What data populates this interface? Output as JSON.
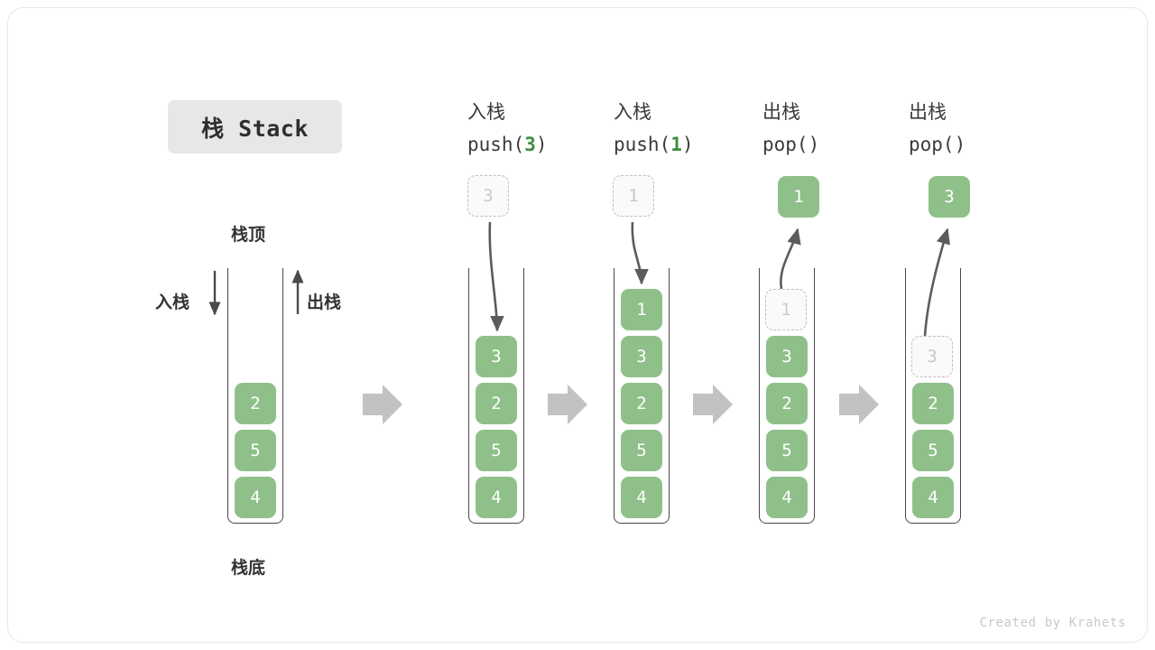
{
  "title_badge": {
    "label": "栈 Stack"
  },
  "credit": "Created by Krahets",
  "colors": {
    "cell_green": "#8fc08a",
    "accent_green_text": "#3c8e3f",
    "ghost_border": "#bfbfbf",
    "ghost_fill": "#fafafa",
    "stack_border": "#4a4a4a",
    "step_arrow": "#c2c2c2",
    "curve_arrow": "#5c5c5c",
    "badge_bg": "#e7e7e7"
  },
  "legend": {
    "top_label": "栈顶",
    "bottom_label": "栈底",
    "push_label": "入栈",
    "pop_label": "出栈"
  },
  "columns": [
    {
      "id": "initial",
      "caption_cn": "",
      "caption_code": "",
      "caption_arg": "",
      "stack": [
        "2",
        "5",
        "4"
      ],
      "ghost_in_stack": null,
      "floating": null,
      "floating_state": "none"
    },
    {
      "id": "push-3",
      "caption_cn": "入栈",
      "caption_code_prefix": "push(",
      "caption_arg": "3",
      "caption_code_suffix": ")",
      "stack": [
        "3",
        "2",
        "5",
        "4"
      ],
      "ghost_in_stack": null,
      "floating": "3",
      "floating_state": "ghost"
    },
    {
      "id": "push-1",
      "caption_cn": "入栈",
      "caption_code_prefix": "push(",
      "caption_arg": "1",
      "caption_code_suffix": ")",
      "stack": [
        "1",
        "3",
        "2",
        "5",
        "4"
      ],
      "ghost_in_stack": null,
      "floating": "1",
      "floating_state": "ghost"
    },
    {
      "id": "pop-1",
      "caption_cn": "出栈",
      "caption_code_prefix": "pop(",
      "caption_arg": "",
      "caption_code_suffix": ")",
      "stack": [
        "3",
        "2",
        "5",
        "4"
      ],
      "ghost_in_stack": "1",
      "floating": "1",
      "floating_state": "solid"
    },
    {
      "id": "pop-3",
      "caption_cn": "出栈",
      "caption_code_prefix": "pop(",
      "caption_arg": "",
      "caption_code_suffix": ")",
      "stack": [
        "2",
        "5",
        "4"
      ],
      "ghost_in_stack": "3",
      "floating": "3",
      "floating_state": "solid"
    }
  ]
}
